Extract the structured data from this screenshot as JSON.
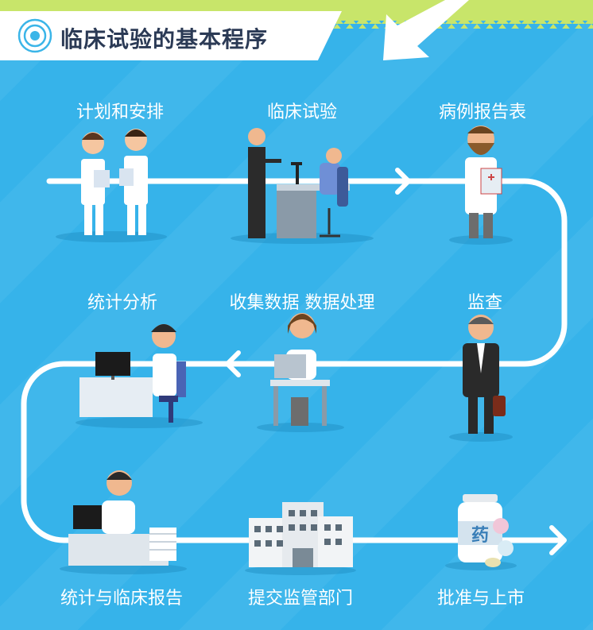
{
  "title": "临床试验的基本程序",
  "colors": {
    "background": "#36b3ea",
    "banner": "#ffffff",
    "title_text": "#2b3a55",
    "top_strip": "#c8e56a",
    "path": "#ffffff"
  },
  "steps": [
    {
      "id": "plan",
      "label": "计划和安排",
      "icon": "two-doctors-icon"
    },
    {
      "id": "trial",
      "label": "临床试验",
      "icon": "consultation-desk-icon"
    },
    {
      "id": "case-report",
      "label": "病例报告表",
      "icon": "doctor-clipboard-icon"
    },
    {
      "id": "monitor",
      "label": "监查",
      "icon": "businessman-briefcase-icon"
    },
    {
      "id": "collect-process",
      "label": "收集数据  数据处理",
      "icon": "doctor-laptop-icon"
    },
    {
      "id": "stat-analysis",
      "label": "统计分析",
      "icon": "analyst-computer-icon"
    },
    {
      "id": "stat-report",
      "label": "统计与临床报告",
      "icon": "doctor-papers-icon"
    },
    {
      "id": "submit",
      "label": "提交监管部门",
      "icon": "government-building-icon"
    },
    {
      "id": "approve",
      "label": "批准与上市",
      "icon": "medicine-bottle-icon"
    }
  ],
  "pill_label": "药"
}
